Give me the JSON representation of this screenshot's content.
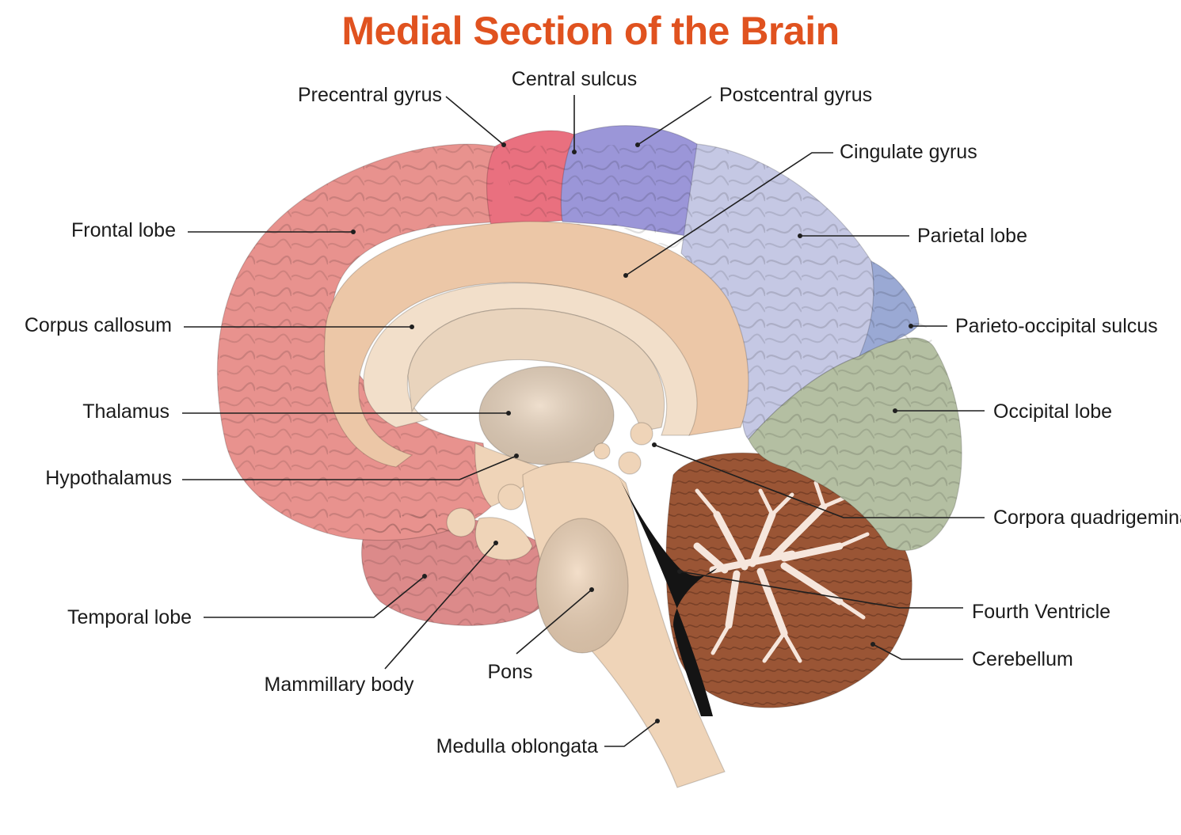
{
  "title": "Medial Section of the Brain",
  "colors": {
    "title": "#e0521f",
    "frontal": "#e8928e",
    "precentral": "#e9707f",
    "postcentral": "#9b96d8",
    "parietal": "#c5c8e4",
    "parieto_occipital": "#9aa9d4",
    "occipital": "#b4bfa2",
    "temporal": "#dc8a8a",
    "cingulate": "#ecc7a7",
    "corpus_callosum": "#f2dfca",
    "thalamus": "#e9d4bd",
    "brainstem": "#efd4b8",
    "cerebellum": "#9a5535",
    "arbor": "#f6e6dc",
    "ventricle": "#141414"
  },
  "labels": {
    "precentral_gyrus": "Precentral gyrus",
    "central_sulcus": "Central sulcus",
    "postcentral_gyrus": "Postcentral gyrus",
    "cingulate_gyrus": "Cingulate gyrus",
    "frontal_lobe": "Frontal lobe",
    "parietal_lobe": "Parietal lobe",
    "corpus_callosum": "Corpus callosum",
    "parieto_occipital_sulcus": "Parieto-occipital sulcus",
    "thalamus": "Thalamus",
    "occipital_lobe": "Occipital lobe",
    "hypothalamus": "Hypothalamus",
    "corpora_quadrigemina": "Corpora quadrigemina",
    "temporal_lobe": "Temporal lobe",
    "fourth_ventricle": "Fourth Ventricle",
    "cerebellum": "Cerebellum",
    "mammillary_body": "Mammillary body",
    "pons": "Pons",
    "medulla_oblongata": "Medulla oblongata"
  }
}
